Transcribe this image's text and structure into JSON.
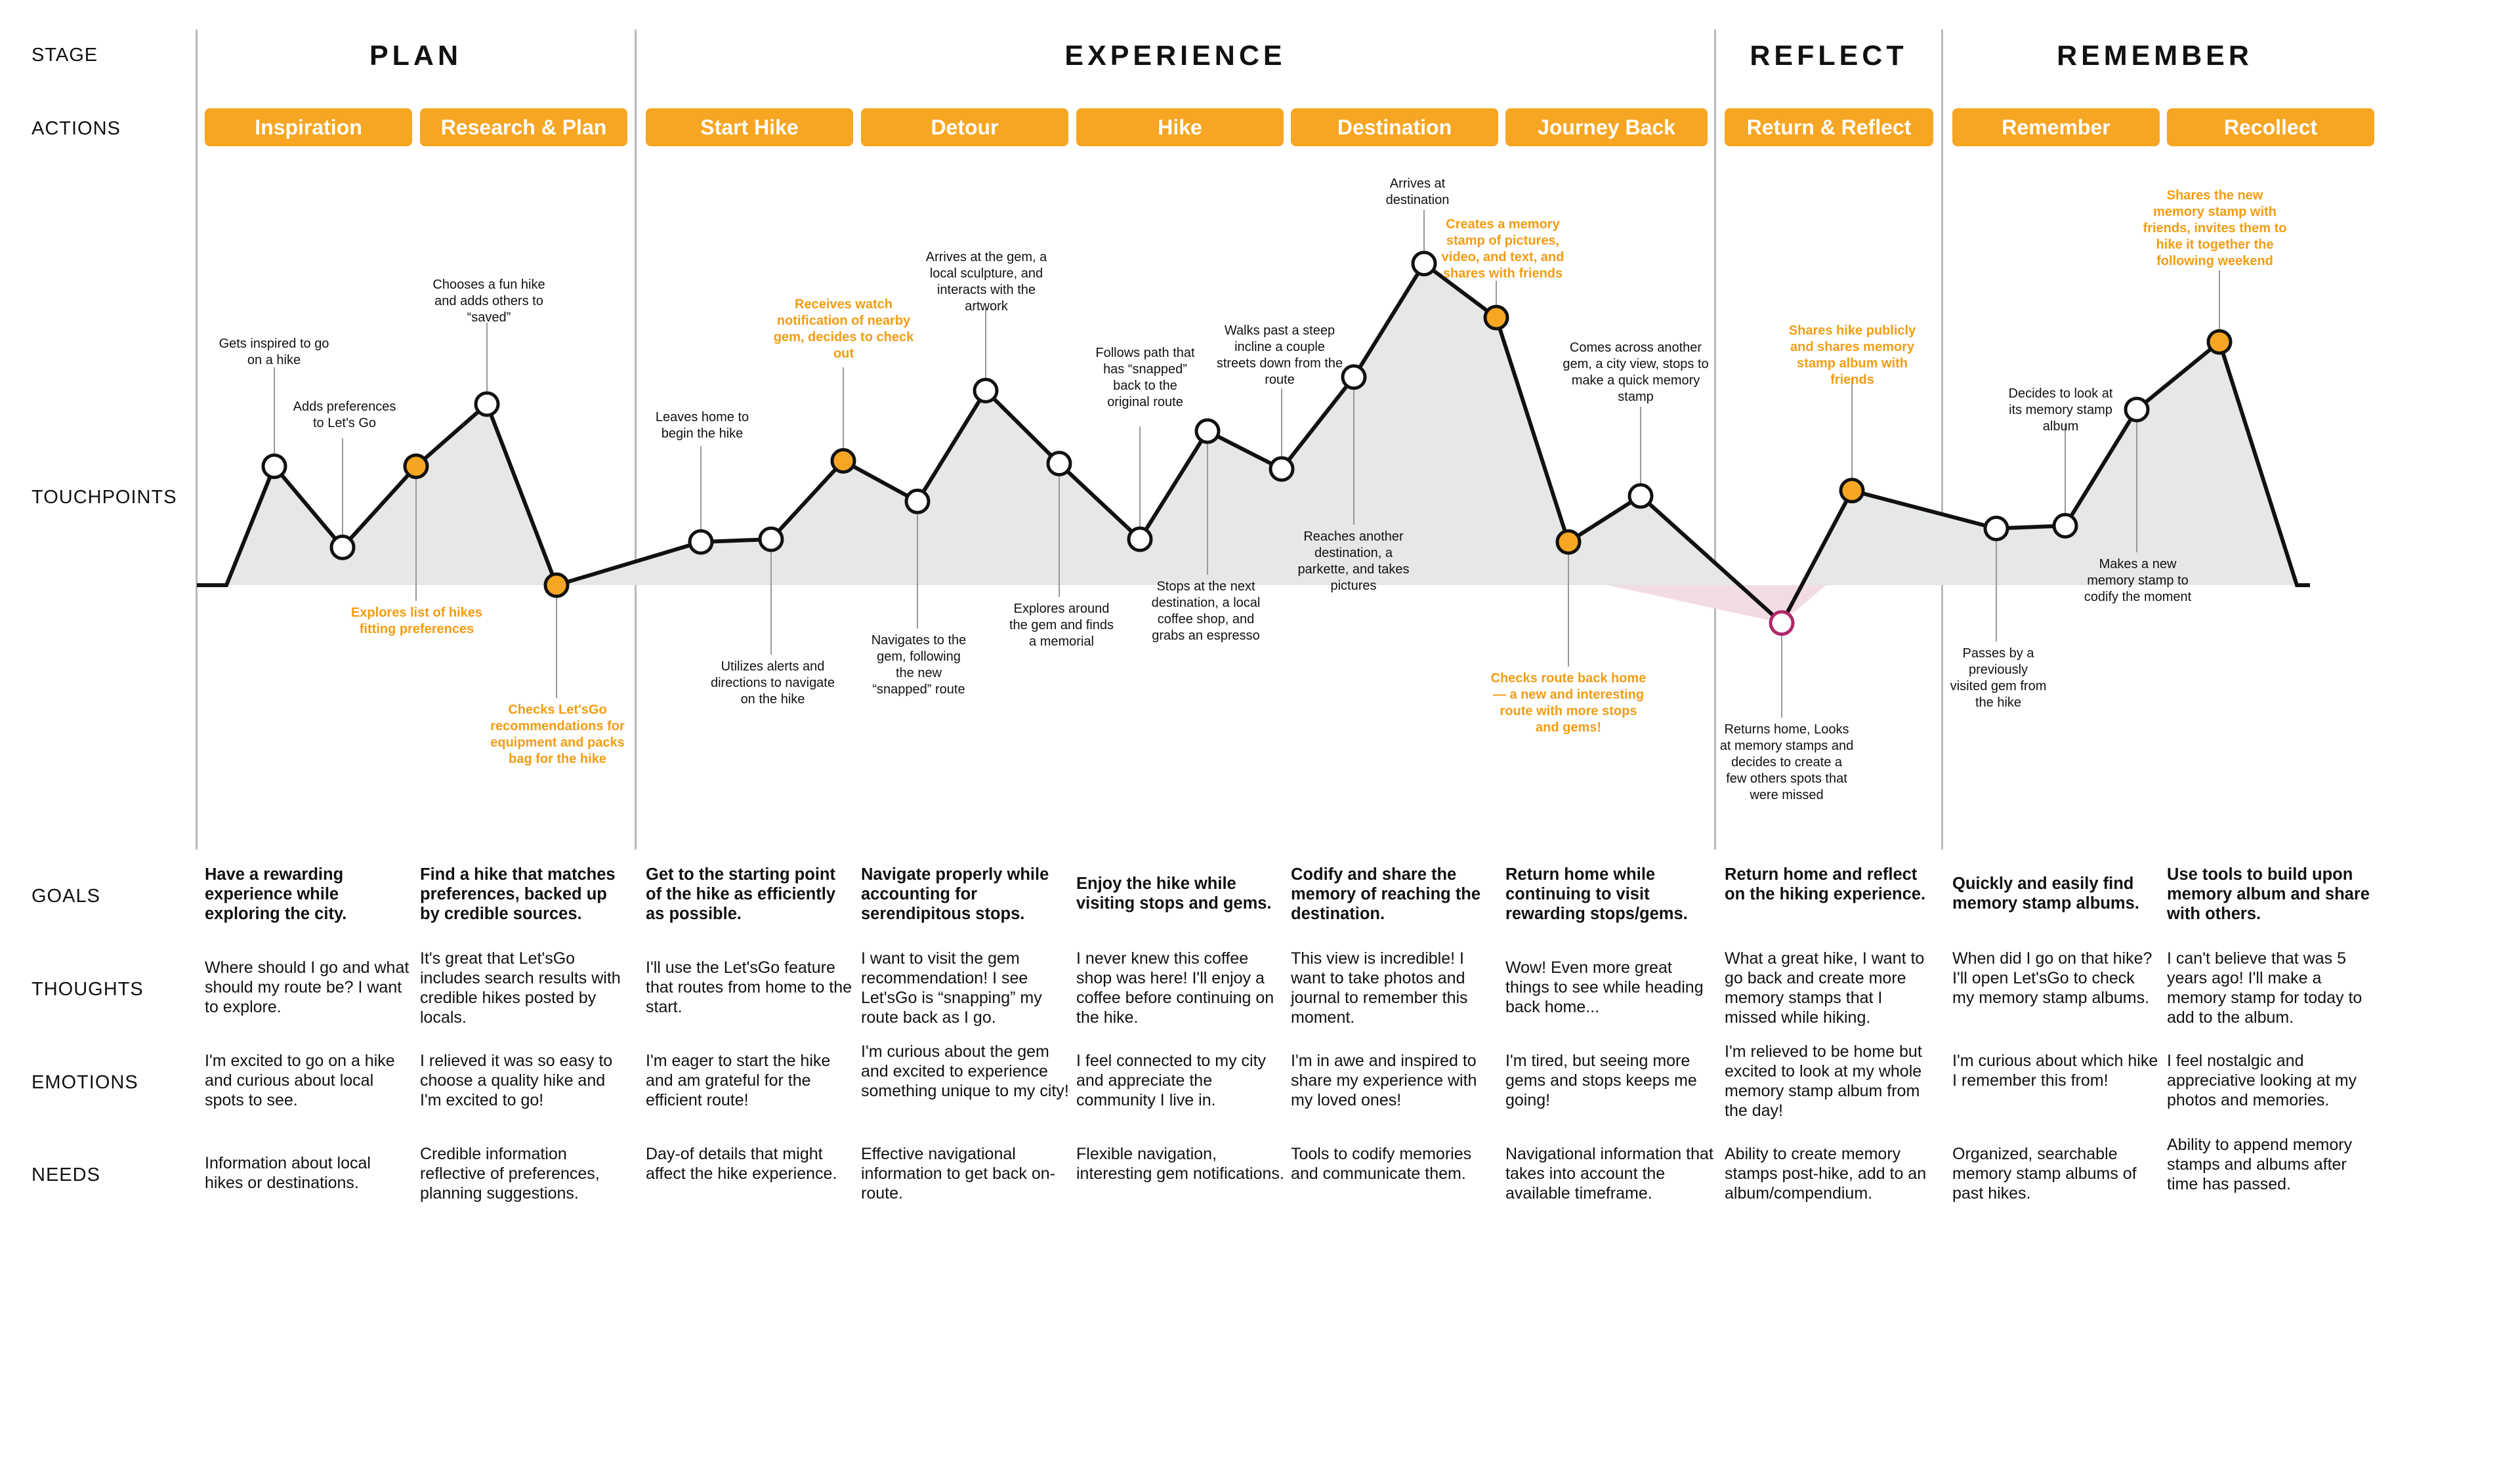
{
  "row_labels": {
    "stage": "STAGE",
    "actions": "ACTIONS",
    "touchpoints": "TOUCHPOINTS",
    "goals": "GOALS",
    "thoughts": "THOUGHTS",
    "emotions": "EMOTIONS",
    "needs": "NEEDS"
  },
  "stages": [
    "PLAN",
    "EXPERIENCE",
    "REFLECT",
    "REMEMBER"
  ],
  "actions": [
    "Inspiration",
    "Research & Plan",
    "Start Hike",
    "Detour",
    "Hike",
    "Destination",
    "Journey Back",
    "Return & Reflect",
    "Remember",
    "Recollect"
  ],
  "colors": {
    "accent": "#f7a623",
    "accent_text": "#f39c12",
    "negative": "#b0286a",
    "area": "#e5e8e5",
    "line": "#111111",
    "divider": "#b9b9b9"
  },
  "touchpoints": [
    {
      "note": "Gets inspired to go on a hike",
      "highlight": false,
      "level": 0.44
    },
    {
      "note": "Adds preferences to Let's Go",
      "highlight": false,
      "level": 0.14
    },
    {
      "note": "Explores list of hikes fitting preferences",
      "highlight": true,
      "level": 0.44
    },
    {
      "note": "Chooses a fun hike and adds others to “saved”",
      "highlight": false,
      "level": 0.67
    },
    {
      "note": "Checks Let'sGo recommendations for equipment and packs bag for the hike",
      "highlight": true,
      "level": 0.0
    },
    {
      "note": "Leaves home to begin the hike",
      "highlight": false,
      "level": 0.16
    },
    {
      "note": "Utilizes alerts and directions to navigate on the hike",
      "highlight": false,
      "level": 0.17
    },
    {
      "note": "Receives watch notification of nearby gem, decides to check out",
      "highlight": true,
      "level": 0.46
    },
    {
      "note": "Navigates to the gem, following the new “snapped” route",
      "highlight": false,
      "level": 0.31
    },
    {
      "note": "Arrives at the gem, a local sculpture, and interacts with the artwork",
      "highlight": false,
      "level": 0.72
    },
    {
      "note": "Explores around the gem and finds a memorial",
      "highlight": false,
      "level": 0.45
    },
    {
      "note": "Follows path that has “snapped” back to the original route",
      "highlight": false,
      "level": 0.17
    },
    {
      "note": "Stops at the next destination, a local coffee shop, and grabs an espresso",
      "highlight": false,
      "level": 0.57
    },
    {
      "note": "Walks past a steep incline  a couple streets down from the route",
      "highlight": false,
      "level": 0.43
    },
    {
      "note": "Reaches another destination, a parkette, and takes pictures",
      "highlight": false,
      "level": 0.77
    },
    {
      "note": "Arrives at destination",
      "highlight": false,
      "level": 1.19
    },
    {
      "note": "Creates a memory stamp of pictures, video, and text, and shares with friends",
      "highlight": true,
      "level": 0.99
    },
    {
      "note": "Checks route back home — a new and interesting route with more stops and gems!",
      "highlight": true,
      "level": 0.16
    },
    {
      "note": "Comes across another gem, a city view, stops to make a quick memory stamp",
      "highlight": false,
      "level": 0.33
    },
    {
      "note": "Returns home, Looks at memory stamps and decides to create a few others spots that were missed",
      "highlight": false,
      "level": -0.14,
      "negative": true
    },
    {
      "note": "Shares hike publicly and shares memory stamp album with friends",
      "highlight": true,
      "level": 0.35
    },
    {
      "note": "Passes by a previously visited gem from the hike",
      "highlight": false,
      "level": 0.21
    },
    {
      "note": "Decides to look at its memory stamp album",
      "highlight": false,
      "level": 0.22
    },
    {
      "note": "Makes a new memory stamp to codify the moment",
      "highlight": false,
      "level": 0.65
    },
    {
      "note": "Shares the new memory stamp with friends, invites them to hike it together the following weekend",
      "highlight": true,
      "level": 0.9
    }
  ],
  "columns": [
    {
      "goal": "Have a rewarding experience while exploring the city.",
      "thought": "Where should I go and what should my route be? I want to explore.",
      "emotion": "I'm excited to go on a hike and curious about local spots to see.",
      "need": "Information about local hikes or destinations."
    },
    {
      "goal": "Find a hike that matches preferences, backed up by credible sources.",
      "thought": "It's great that Let'sGo includes search results with credible hikes posted by locals.",
      "emotion": "I relieved it was so easy to choose a quality hike and I'm excited to go!",
      "need": "Credible information reflective of preferences, planning suggestions."
    },
    {
      "goal": "Get to the starting point of the hike as efficiently as possible.",
      "thought": "I'll use the Let'sGo feature that routes from home to the start.",
      "emotion": "I'm eager to start the hike and am grateful for the efficient route!",
      "need": "Day-of details that might affect the hike experience."
    },
    {
      "goal": "Navigate properly while accounting for serendipitous stops.",
      "thought": "I want to visit the gem recommendation! I see Let'sGo is “snapping” my route back as I go.",
      "emotion": "I'm curious about the gem and excited to experience something unique to my city!",
      "need": "Effective navigational information to get back on-route."
    },
    {
      "goal": "Enjoy the hike while visiting stops and gems.",
      "thought": "I never knew this coffee shop was here! I'll enjoy a coffee before continuing on the hike.",
      "emotion": "I feel connected to my city and appreciate the community I live in.",
      "need": "Flexible navigation, interesting gem notifications."
    },
    {
      "goal": "Codify and share the memory of reaching the destination.",
      "thought": "This view is incredible! I want to take photos and journal to remember this moment.",
      "emotion": "I'm in awe and inspired to share my experience with my loved ones!",
      "need": "Tools to codify memories and communicate them."
    },
    {
      "goal": "Return home while continuing to visit rewarding stops/gems.",
      "thought": "Wow! Even more great things to see while heading back home...",
      "emotion": "I'm tired, but seeing more gems and stops keeps me going!",
      "need": "Navigational information that takes into account the available timeframe."
    },
    {
      "goal": "Return home and reflect on the hiking experience.",
      "thought": "What a great hike, I want to go back and create more memory stamps that I missed while hiking.",
      "emotion": "I'm relieved to be home but excited to look at my whole memory stamp album from the day!",
      "need": "Ability to create memory stamps post-hike, add to an album/compendium."
    },
    {
      "goal": "Quickly and easily find memory stamp albums.",
      "thought": "When did I go on that hike? I'll open Let'sGo to check my memory stamp albums.",
      "emotion": "I'm curious about which hike I remember this from!",
      "need": "Organized, searchable memory stamp albums of past hikes."
    },
    {
      "goal": "Use tools to build upon memory album and share with others.",
      "thought": "I can't believe that was 5 years ago! I'll make a memory stamp for today to add to the album.",
      "emotion": "I feel nostalgic and appreciative looking at my photos and memories.",
      "need": "Ability to append memory stamps and albums after time has passed."
    }
  ]
}
